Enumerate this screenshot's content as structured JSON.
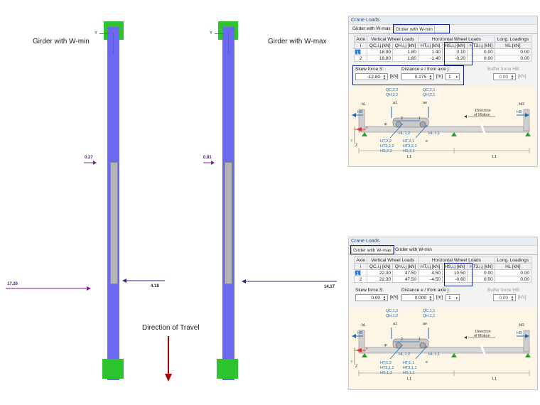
{
  "left_view": {
    "label_min": "Girder with W-min",
    "label_max": "Girder with W-max",
    "value_a": "0.27",
    "value_b": "0.81",
    "value_c": "17.26",
    "value_d": "4.18",
    "value_e": "14.17",
    "axis_y": "Y",
    "travel_label": "Direction of Travel"
  },
  "panel_top": {
    "title": "Crane Loads",
    "tabs": [
      "Girder with W-max",
      "Girder with W-min"
    ],
    "active_tab": 1,
    "group_headers": [
      "Axle",
      "Vertical Wheel Loads",
      "Horizontal Wheel Loads",
      "Long. Loadings"
    ],
    "col_headers": [
      "i",
      "QC,i,j [kN]",
      "QH,i,j [kN]",
      "HT,i,j [kN]",
      "HS,i,j [kN]",
      "HT3,i,j [kN]",
      "HL [kN]"
    ],
    "rows": [
      [
        "1",
        "18.90",
        "1.80",
        "1.40",
        "3.10",
        "0.00",
        "0.00"
      ],
      [
        "2",
        "18.80",
        "1.80",
        "-1.40",
        "-0.20",
        "0.00",
        "0.00"
      ]
    ],
    "skew_label": "Skew force S:",
    "skew_value": "-12.80",
    "skew_unit": "[kN]",
    "dist_label": "Distance e / from axle j:",
    "dist_value": "0.175",
    "dist_unit": "[m]",
    "axle_select": "1",
    "buffer_label": "Buffer force HB:",
    "buffer_value": "0.00",
    "buffer_unit": "[kN]"
  },
  "panel_bottom": {
    "title": "Crane Loads",
    "tabs": [
      "Girder with W-max",
      "Girder with W-min"
    ],
    "active_tab": 0,
    "group_headers": [
      "Axle",
      "Vertical Wheel Loads",
      "Horizontal Wheel Loads",
      "Long. Loadings"
    ],
    "col_headers": [
      "i",
      "QC,i,j [kN]",
      "QH,i,j [kN]",
      "HT,i,j [kN]",
      "HS,i,j [kN]",
      "HT3,i,j [kN]",
      "HL [kN]"
    ],
    "rows": [
      [
        "1",
        "22.30",
        "47.50",
        "4.50",
        "10.50",
        "0.00",
        "0.00"
      ],
      [
        "2",
        "22.30",
        "47.50",
        "-4.50",
        "-0.60",
        "0.00",
        "0.00"
      ]
    ],
    "skew_label": "Skew force S:",
    "skew_value": "0.00",
    "skew_unit": "[kN]",
    "dist_label": "Distance e / from axle j:",
    "dist_value": "0.000",
    "dist_unit": "[m]",
    "axle_select": "1",
    "buffer_label": "Buffer force HB:",
    "buffer_value": "0.00",
    "buffer_unit": "[kN]"
  },
  "diagram_top": {
    "qc_left": "QC,2,2",
    "qh_left": "QH,2,2",
    "qc_right": "QC,2,1",
    "qh_right": "QH,2,1",
    "a1": "a1",
    "ae": "ae",
    "bL": "bL",
    "bR": "bR",
    "hb_left": "HB",
    "hb_right": "HB",
    "dir_line1": "Direction",
    "dir_line2": "of Motion",
    "hl12": "HL,1,2",
    "hl11": "HL,1,1",
    "ht_left": [
      "HT,2,2",
      "HT3,2,2",
      "HS,2,2"
    ],
    "ht_right": [
      "HT,2,1",
      "HT3,2,1",
      "HS,2,1"
    ],
    "wheel_2": "2",
    "wheel_1": "1",
    "phi": "φ",
    "e": "e",
    "L1": "L1",
    "x": "x",
    "y": "Y",
    "z": "Z"
  },
  "diagram_bottom": {
    "qc_left": "QC,1,2",
    "qh_left": "QH,1,2",
    "qc_right": "QC,1,1",
    "qh_right": "QH,1,1",
    "a1": "a1",
    "ae": "ae",
    "bL": "bL",
    "bR": "bR",
    "hb_left": "HB",
    "hb_right": "HB",
    "dir_line1": "Direction",
    "dir_line2": "of Motion",
    "hl12": "HL,1,2",
    "hl11": "HL,1,1",
    "ht_left": [
      "HT,1,2",
      "HT3,1,2",
      "HS,1,2"
    ],
    "ht_right": [
      "HT,1,1",
      "HT3,1,1",
      "HS,1,1"
    ],
    "wheel_2": "2",
    "wheel_1": "1",
    "phi": "φ",
    "e": "e",
    "L1": "L1",
    "x": "x",
    "y": "Y",
    "z": "Z"
  }
}
